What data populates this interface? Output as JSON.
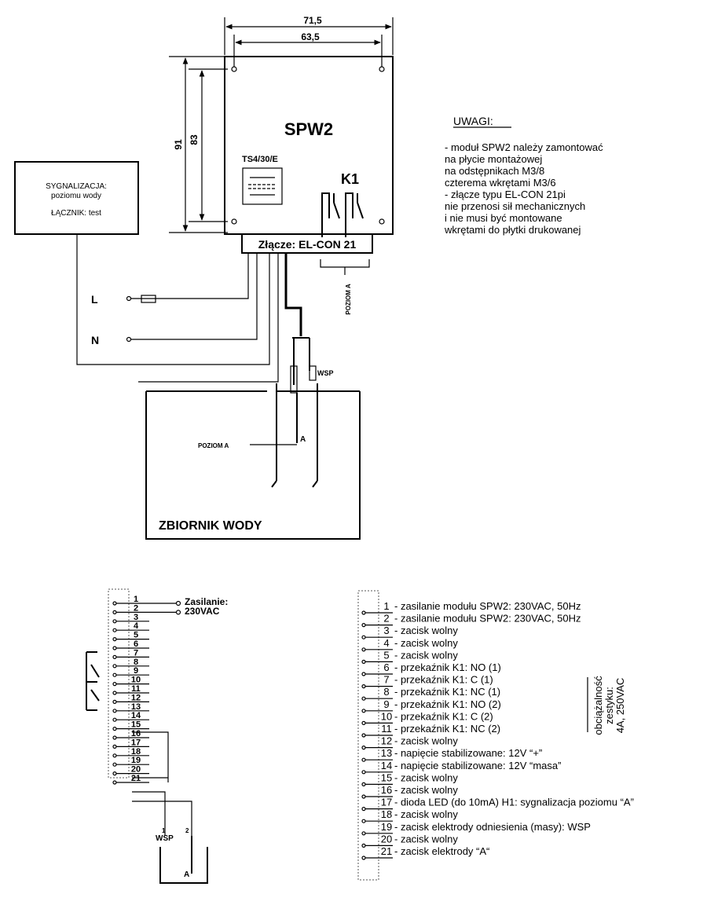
{
  "dims": {
    "outer": "71,5",
    "inner": "63,5",
    "height_outer": "91",
    "height_inner": "83"
  },
  "module": {
    "name": "SPW2",
    "transformer": "TS4/30/E",
    "relay": "K1"
  },
  "connector": {
    "label": "Złącze: EL-CON 21"
  },
  "signal_box": {
    "line1": "SYGNALIZACJA:",
    "line2": "poziomu wody",
    "line3": "ŁĄCZNIK: test"
  },
  "mains": {
    "l": "L",
    "n": "N"
  },
  "level_label": "POZIOM A",
  "electrode_wsp": "WSP",
  "electrode_a": "A",
  "tank_label": "ZBIORNIK WODY",
  "notes": {
    "title": "UWAGI:",
    "lines": [
      "- moduł SPW2 należy zamontować",
      "  na płycie montażowej",
      "  na odstępnikach M3/8",
      "  czterema wkrętami M3/6",
      "- złącze typu EL-CON 21pi",
      "  nie przenosi sił mechanicznych",
      "  i nie musi być montowane",
      "  wkrętami do płytki drukowanej"
    ]
  },
  "left_terminal": {
    "supply_label1": "Zasilanie:",
    "supply_label2": "230VAC",
    "wsp": "WSP",
    "e1": "1",
    "e2": "2",
    "ea": "A",
    "numbers": [
      "1",
      "2",
      "3",
      "4",
      "5",
      "6",
      "7",
      "8",
      "9",
      "10",
      "11",
      "12",
      "13",
      "14",
      "15",
      "16",
      "17",
      "18",
      "19",
      "20",
      "21"
    ]
  },
  "legend": {
    "numbers": [
      "1",
      "2",
      "3",
      "4",
      "5",
      "6",
      "7",
      "8",
      "9",
      "10",
      "11",
      "12",
      "13",
      "14",
      "15",
      "16",
      "17",
      "18",
      "19",
      "20",
      "21"
    ],
    "descs": [
      "- zasilanie modułu SPW2: 230VAC, 50Hz",
      "- zasilanie modułu SPW2: 230VAC, 50Hz",
      "- zacisk wolny",
      "- zacisk wolny",
      "- zacisk wolny",
      "- przekaźnik K1: NO  (1)",
      "- przekaźnik K1: C    (1)",
      "- przekaźnik K1: NC  (1)",
      "- przekaźnik K1: NO  (2)",
      "- przekaźnik K1: C    (2)",
      "- przekaźnik K1: NC  (2)",
      "- zacisk wolny",
      "- napięcie stabilizowane: 12V  “+”",
      "- napięcie stabilizowane: 12V  “masa”",
      "- zacisk wolny",
      "- zacisk wolny",
      "- dioda LED (do 10mA) H1: sygnalizacja poziomu “A”",
      "- zacisk wolny",
      "- zacisk elektrody odniesienia (masy): WSP",
      "- zacisk wolny",
      "- zacisk elektrody “A“"
    ],
    "load1": "obciążalność",
    "load2": "zestyku:",
    "load3": "4A, 250VAC"
  }
}
